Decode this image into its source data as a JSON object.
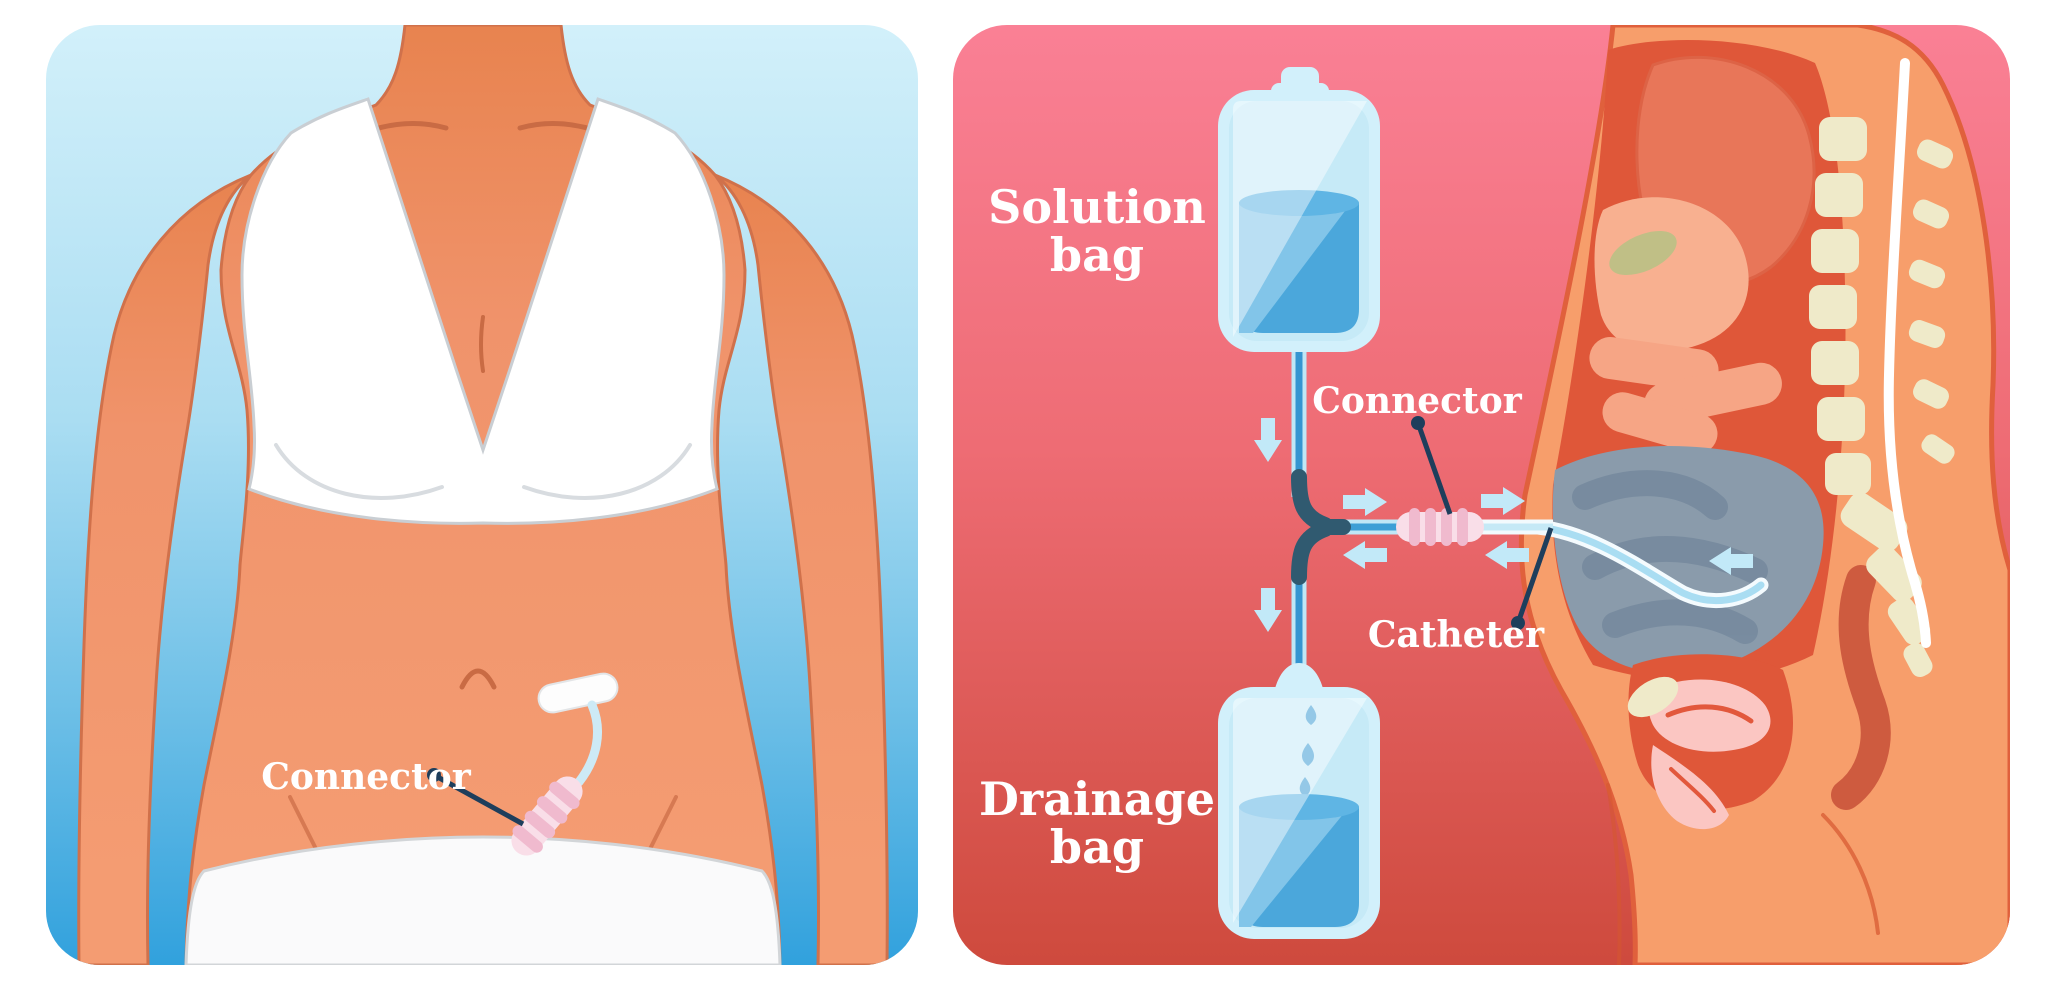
{
  "left_panel": {
    "connector_label": "Connector"
  },
  "right_panel": {
    "solution_bag_label": {
      "line1": "Solution",
      "line2": "bag"
    },
    "connector_label": "Connector",
    "catheter_label": "Catheter",
    "drainage_bag_label": {
      "line1": "Drainage",
      "line2": "bag"
    }
  },
  "palette": {
    "left_bg_top": "#D2F0FA",
    "left_bg_bottom": "#31A1DD",
    "right_bg_top": "#FA8095",
    "right_bg_bottom": "#CE4A3D",
    "skin": "#F0936B",
    "skin_outline": "#D0714B",
    "cross_section_skin": "#F79E6B",
    "cavity_red": "#DF5739",
    "bag_body": "#D2F0FB",
    "bag_liquid": "#4BA7DB",
    "tube_blue": "#3595D1",
    "tube_light": "#BFE7F6",
    "flow_arrow": "#C2E9F8",
    "connector_pink": "#F9DEE8",
    "connector_stripe": "#F0BACE",
    "junction_dark": "#305A70",
    "label_line": "#1E3E5C",
    "bone_cream": "#EFEAC9",
    "bowel_gray": "#8A9BAB",
    "label_text": "#FFFFFF"
  }
}
